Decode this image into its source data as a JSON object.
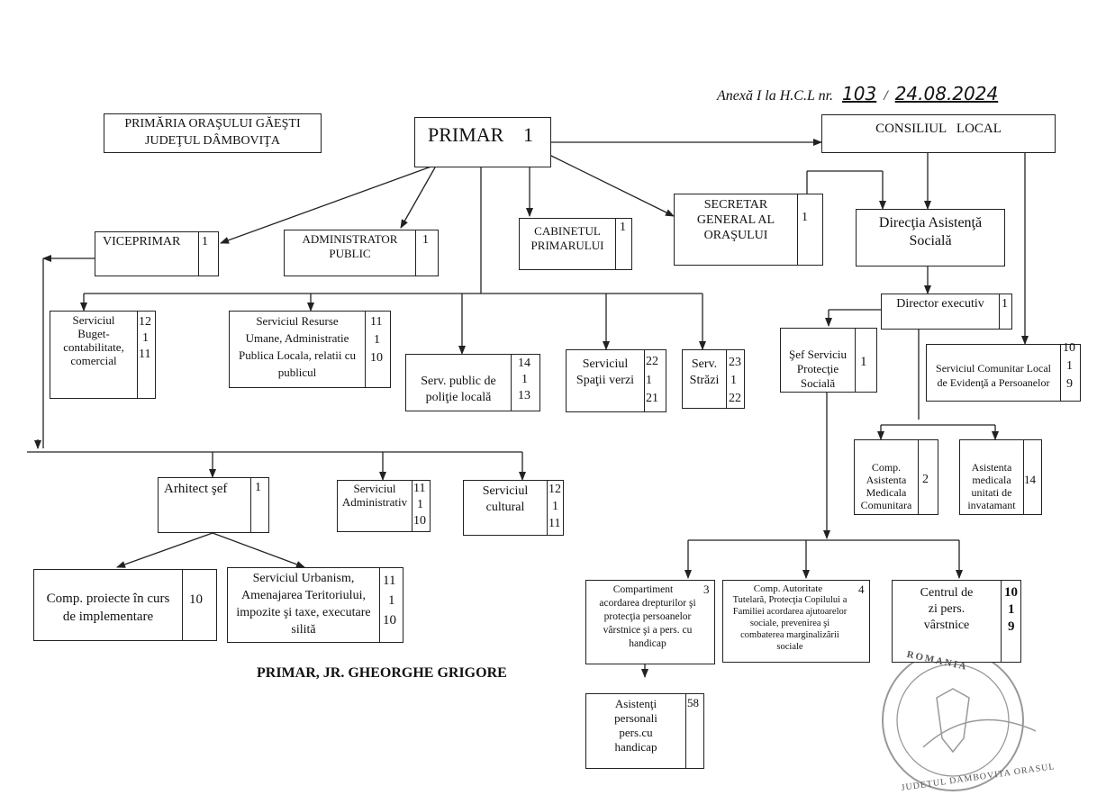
{
  "header": {
    "annex_label": "Anexă I la H.C.L nr.",
    "hcl_number": "103",
    "separator": "/",
    "hcl_date": "24.08.2024"
  },
  "institution": {
    "line1": "PRIMĂRIA ORAŞULUI GĂEŞTI",
    "line2": "JUDEŢUL DÂMBOVIŢA"
  },
  "primar": {
    "label": "PRIMAR",
    "count": "1"
  },
  "consiliu": {
    "label": "CONSILIUL   LOCAL"
  },
  "viceprimar": {
    "label": "VICEPRIMAR",
    "count": "1"
  },
  "administrator": {
    "line1": "ADMINISTRATOR",
    "line2": "PUBLIC",
    "count": "1"
  },
  "cabinet": {
    "line1": "CABINETUL",
    "line2": "PRIMARULUI",
    "count": "1"
  },
  "secretar": {
    "line1": "SECRETAR",
    "line2": "GENERAL AL",
    "line3": "ORAŞULUI",
    "count": "1"
  },
  "directia": {
    "line1": "Direcţia Asistenţă",
    "line2": "Socială"
  },
  "director": {
    "label": "Director executiv",
    "count": "1"
  },
  "buget": {
    "line1": "Serviciul",
    "line2": "Buget-",
    "line3": "contabilitate,",
    "line4": "comercial",
    "n1": "12",
    "n2": "1",
    "n3": "11"
  },
  "resurse": {
    "line1": "Serviciul Resurse",
    "line2": "Umane, Administratie",
    "line3": "Publica Locala, relatii cu",
    "line4": "publicul",
    "n1": "11",
    "n2": "1",
    "n3": "10"
  },
  "politie": {
    "line1": "Serv. public de",
    "line2": "poliţie locală",
    "n1": "14",
    "n2": "1",
    "n3": "13"
  },
  "spatii": {
    "line1": "Serviciul",
    "line2": "Spaţii verzi",
    "n1": "22",
    "n2": "1",
    "n3": "21"
  },
  "strazi": {
    "line1": "Serv.",
    "line2": "Străzi",
    "n1": "23",
    "n2": "1",
    "n3": "22"
  },
  "sef_protectie": {
    "line1": "Şef Serviciu",
    "line2": "Protecţie",
    "line3": "Socială",
    "count": "1"
  },
  "evidenta": {
    "line1": "Serviciul Comunitar Local",
    "line2": "de Evidenţă a Persoanelor",
    "n1": "10",
    "n2": "1",
    "n3": "9"
  },
  "arhitect": {
    "label": "Arhitect şef",
    "count": "1"
  },
  "administrativ": {
    "line1": "Serviciul",
    "line2": "Administrativ",
    "n1": "11",
    "n2": "1",
    "n3": "10"
  },
  "cultural": {
    "line1": "Serviciul",
    "line2": "cultural",
    "n1": "12",
    "n2": "1",
    "n3": "11"
  },
  "comp_medicala": {
    "line1": "Comp.",
    "line2": "Asistenta",
    "line3": "Medicala",
    "line4": "Comunitara",
    "count": "2"
  },
  "asist_scoli": {
    "line1": "Asistenta",
    "line2": "medicala",
    "line3": "unitati de",
    "line4": "invatamant",
    "count": "14"
  },
  "proiecte": {
    "line1": "Comp. proiecte în curs",
    "line2": "de implementare",
    "count": "10"
  },
  "urbanism": {
    "line1": "Serviciul Urbanism,",
    "line2": "Amenajarea Teritoriului,",
    "line3": "impozite şi taxe, executare",
    "line4": "silită",
    "n1": "11",
    "n2": "1",
    "n3": "10"
  },
  "drepturi": {
    "line1": "Compartiment",
    "line2": "acordarea drepturilor şi",
    "line3": "protecţia persoanelor",
    "line4": "vârstnice şi a pers. cu",
    "line5": "handicap",
    "count": "3"
  },
  "autoritate": {
    "line1": "Comp. Autoritate",
    "line2": "Tutelară, Protecţia Copilului a",
    "line3": "Familiei acordarea ajutoarelor",
    "line4": "sociale, prevenirea şi",
    "line5": "combaterea marginalizării",
    "line6": "sociale",
    "count": "4"
  },
  "centrul": {
    "line1": "Centrul de",
    "line2": "zi pers.",
    "line3": "vârstnice",
    "n1": "10",
    "n2": "1",
    "n3": "9"
  },
  "asistenti": {
    "line1": "Asistenţi",
    "line2": "personali",
    "line3": "pers.cu",
    "line4": "handicap",
    "count": "58"
  },
  "signature": {
    "label": "PRIMAR,  JR. GHEORGHE GRIGORE"
  },
  "seal": {
    "top_text": "ROMANIA",
    "bottom_text": "JUDETUL DAMBOVITA ORASUL"
  }
}
